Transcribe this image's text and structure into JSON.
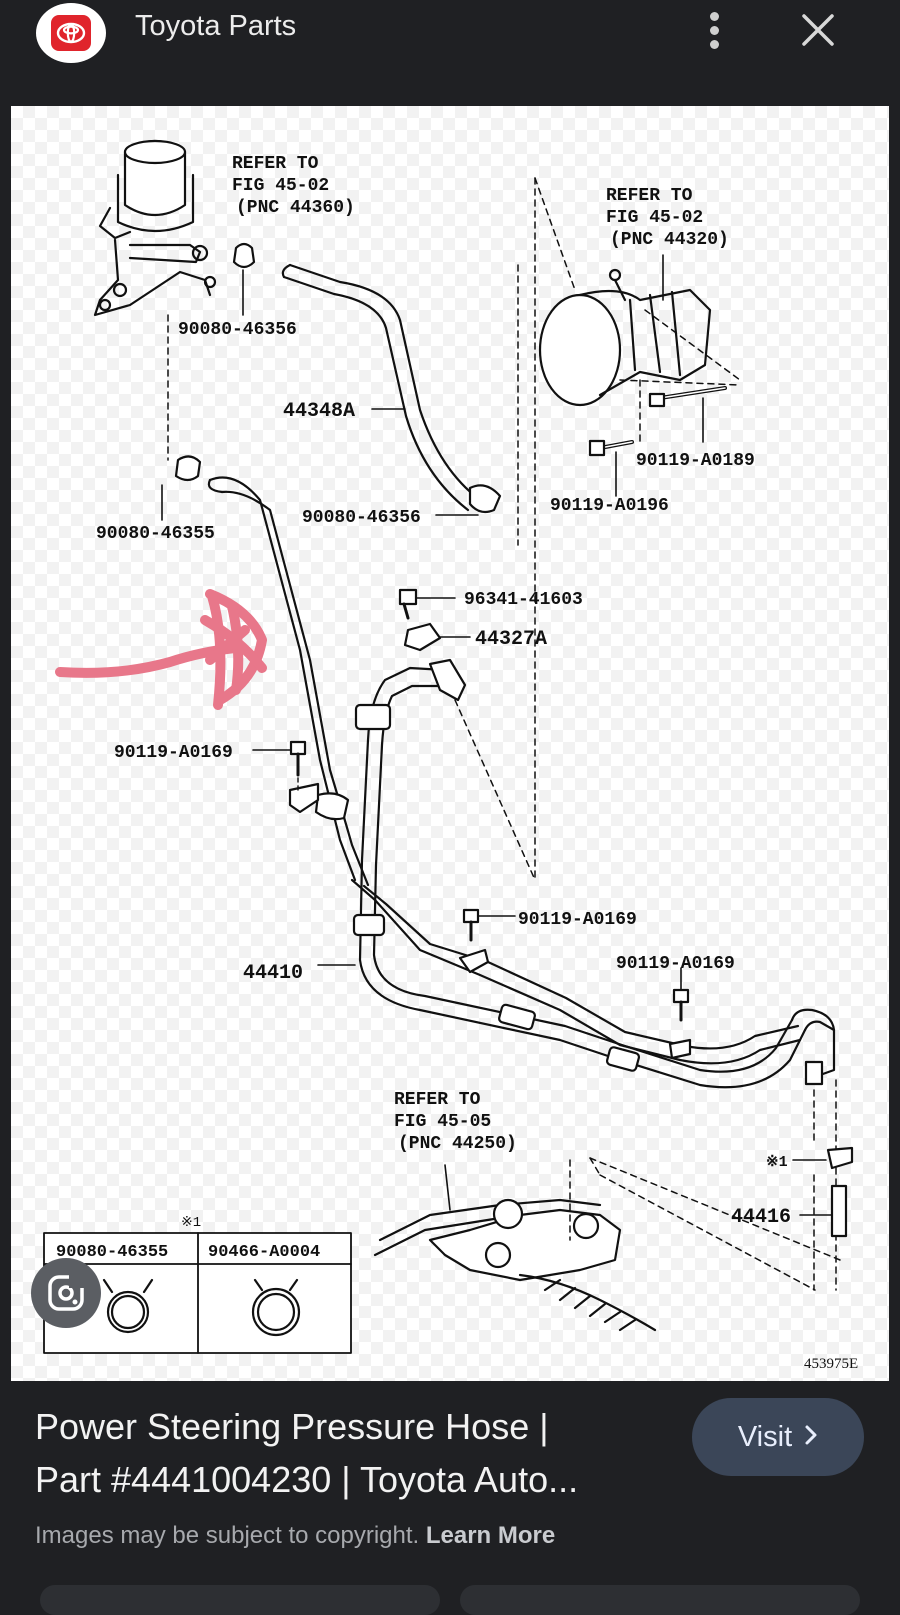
{
  "header": {
    "site_name": "Toyota Parts",
    "logo_icon": "toyota-logo-icon",
    "menu_icon": "kebab-menu-icon",
    "close_icon": "close-icon"
  },
  "diagram": {
    "figure_id": "453975E",
    "refer_top_left": [
      "REFER TO",
      "FIG 45-02",
      "(PNC 44360)"
    ],
    "refer_top_right": [
      "REFER TO",
      "FIG 45-02",
      "(PNC 44320)"
    ],
    "refer_bottom": [
      "REFER TO",
      "FIG 45-05",
      "(PNC 44250)"
    ],
    "part_labels": {
      "p1": "90080-46356",
      "p2": "44348A",
      "p3": "90119-A0189",
      "p4": "90119-A0196",
      "p5": "90080-46356",
      "p6": "90080-46355",
      "p7": "96341-41603",
      "p8": "44327A",
      "p9": "90119-A0169",
      "p10": "90119-A0169",
      "p11": "90119-A0169",
      "p12": "44410",
      "p13": "※1",
      "p14": "44416"
    },
    "legend": {
      "note": "※1",
      "headers": [
        "90080-46355",
        "90466-A0004"
      ]
    },
    "annotation_color": "#e8778a"
  },
  "lens_icon": "google-lens-icon",
  "result": {
    "title_line1": "Power Steering Pressure Hose |",
    "title_line2": "Part #4441004230 | Toyota Auto...",
    "visit_label": "Visit",
    "visit_icon": "chevron-right-icon",
    "copyright_text": "Images may be subject to copyright.",
    "learn_more": "Learn More"
  },
  "colors": {
    "background": "#1f2023",
    "toyota_red": "#e0242c",
    "visit_bg": "#3b4658"
  }
}
